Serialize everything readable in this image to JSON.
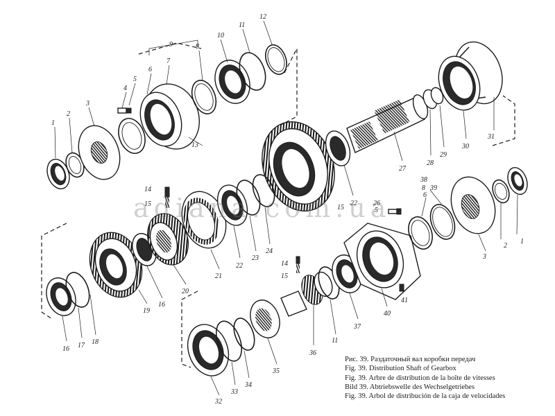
{
  "watermark": "adiana.com.ua",
  "caption": [
    "Рис. 39. Раздаточный вал коробки передач",
    "Fig. 39. Distribution Shaft of Gearbox",
    "Fig. 39. Arbre de distribution de la boîte de vitesses",
    "Bild 39. Abtriebswelle des Wechselgetriebes",
    "Fig. 39. Arbol de distribución de la caja de velocidades"
  ],
  "callouts": {
    "c1a": "1",
    "c2a": "2",
    "c3a": "3",
    "c4": "4",
    "c5a": "5",
    "c6a": "6",
    "c7": "7",
    "c8a": "8",
    "c9": "9",
    "c10": "10",
    "c11a": "11",
    "c12": "12",
    "c13": "13",
    "c14a": "14",
    "c15a": "15",
    "c15b": "15",
    "c16a": "16",
    "c16b": "16",
    "c17": "17",
    "c18": "18",
    "c19": "19",
    "c20": "20",
    "c21": "21",
    "c22a": "22",
    "c22b": "22",
    "c23": "23",
    "c24": "24",
    "c26": "26",
    "c27": "27",
    "c28": "28",
    "c29": "29",
    "c30": "30",
    "c31": "31",
    "c32": "32",
    "c33": "33",
    "c34": "34",
    "c35": "35",
    "c36": "36",
    "c37": "37",
    "c38": "38",
    "c39": "39",
    "c40": "40",
    "c41": "41",
    "c1b": "1",
    "c2b": "2",
    "c3b": "3",
    "c5b": "5",
    "c6b": "6",
    "c8b": "8",
    "c11b": "11",
    "c14b": "14",
    "c15c": "15"
  }
}
